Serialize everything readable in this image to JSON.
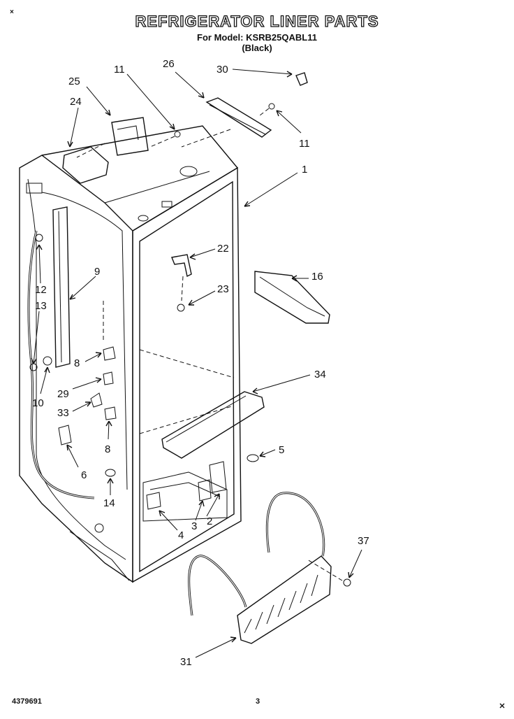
{
  "header": {
    "corner_mark": "×",
    "title": "REFRIGERATOR LINER PARTS",
    "model_line": "For Model: KSRB25QABL11",
    "color_line": "(Black)"
  },
  "callouts": [
    "30",
    "26",
    "11",
    "25",
    "24",
    "11",
    "1",
    "22",
    "16",
    "23",
    "9",
    "12",
    "13",
    "8",
    "29",
    "33",
    "10",
    "34",
    "5",
    "8",
    "6",
    "14",
    "2",
    "3",
    "4",
    "37",
    "31"
  ],
  "footer": {
    "part_number": "4379691",
    "page": "3"
  }
}
